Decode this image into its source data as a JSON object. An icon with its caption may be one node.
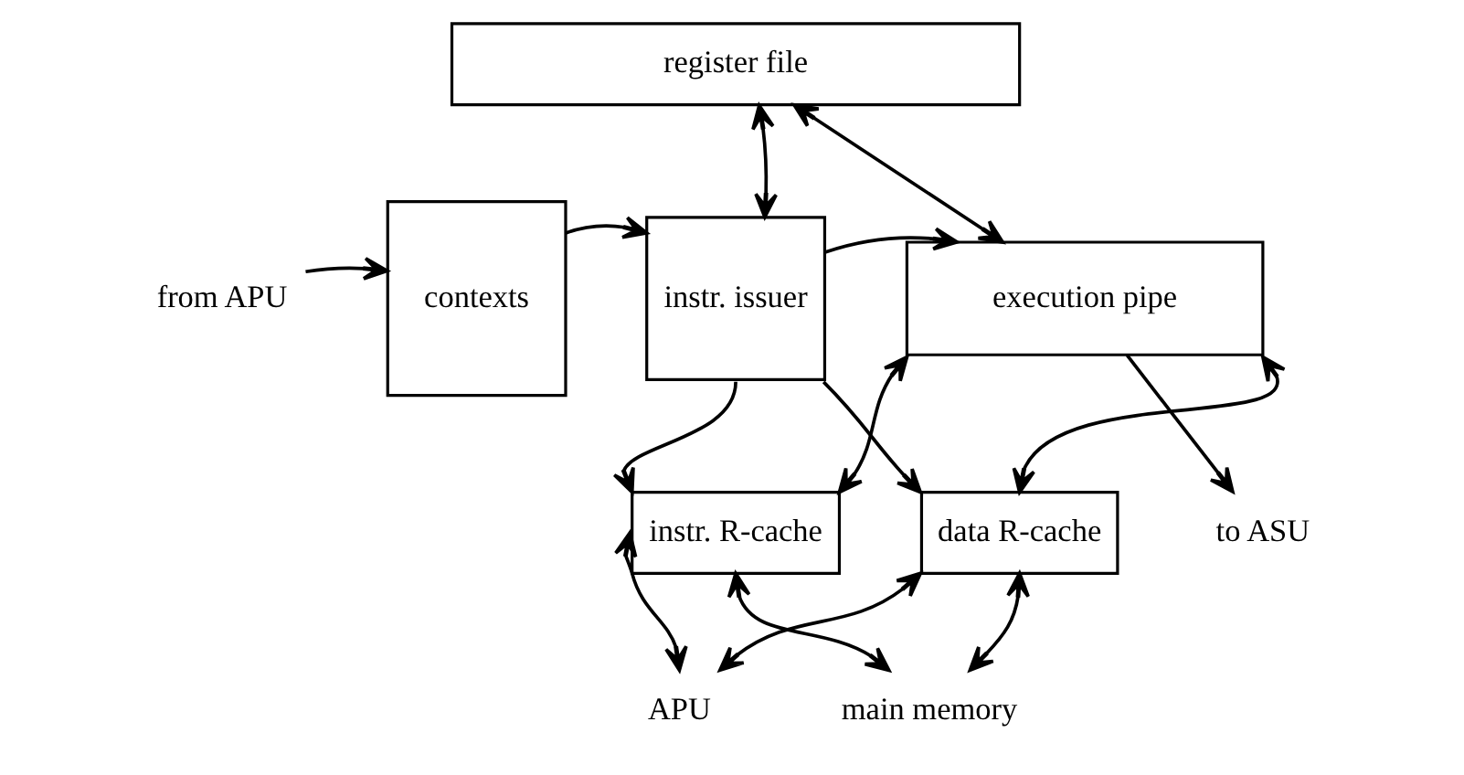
{
  "diagram": {
    "nodes": [
      {
        "text": [
          "register file"
        ]
      },
      {
        "text": [
          "from APU"
        ]
      },
      {
        "text": [
          "contexts"
        ]
      },
      {
        "text": [
          "instr. issuer"
        ]
      },
      {
        "text": [
          "execution pipe"
        ]
      },
      {
        "text": [
          "instr. R-cache"
        ]
      },
      {
        "text": [
          "data R-cache"
        ]
      },
      {
        "text": [
          "APU"
        ]
      },
      {
        "text": [
          "to ASU"
        ]
      },
      {
        "text": [
          "main memory"
        ]
      }
    ],
    "edges": [
      {
        "from": 1,
        "to": 2,
        "arrow": "to"
      },
      {
        "from": 0,
        "to": 3,
        "arrow": "both"
      },
      {
        "from": 0,
        "to": 4,
        "arrow": "both"
      },
      {
        "from": 2,
        "to": 3,
        "arrow": "to"
      },
      {
        "from": 3,
        "to": 4,
        "arrow": "to"
      },
      {
        "from": 4,
        "to": 5,
        "arrow": "both"
      },
      {
        "from": 4,
        "to": 6,
        "arrow": "both"
      },
      {
        "from": 3,
        "to": 5,
        "arrow": "to"
      },
      {
        "from": 3,
        "to": 6,
        "arrow": "to"
      },
      {
        "from": 4,
        "to": 8,
        "arrow": "to"
      },
      {
        "from": 7,
        "to": 5,
        "arrow": "both"
      },
      {
        "from": 7,
        "to": 6,
        "arrow": "both"
      },
      {
        "from": 9,
        "to": 5,
        "arrow": "both"
      },
      {
        "from": 9,
        "to": 6,
        "arrow": "both"
      }
    ]
  }
}
